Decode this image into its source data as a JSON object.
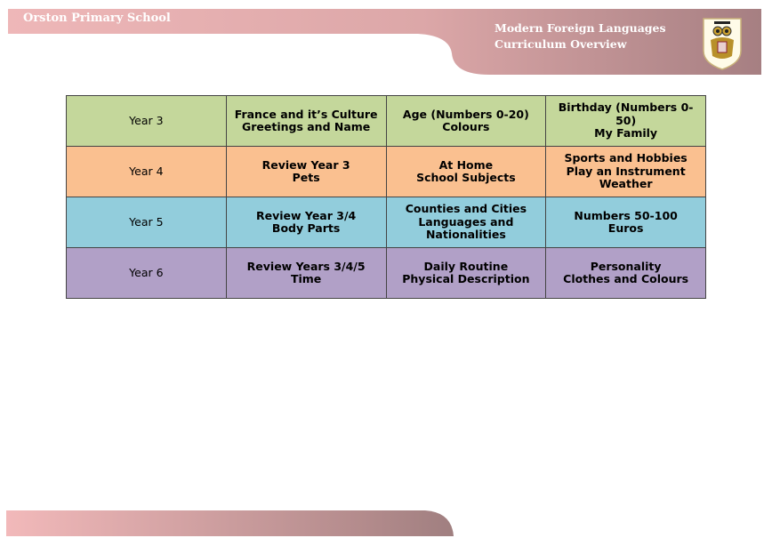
{
  "header": {
    "school_name": "Orston Primary School",
    "title_line1": "Modern Foreign Languages",
    "title_line2": "Curriculum Overview",
    "crest": "owl-school-crest"
  },
  "colors": {
    "year3": "#c4d79b",
    "year4": "#fac090",
    "year5": "#92cddc",
    "year6": "#b1a0c7"
  },
  "rows": [
    {
      "year": "Year 3",
      "cells": [
        [
          "France and it’s Culture",
          "Greetings and Name"
        ],
        [
          "Age (Numbers 0-20)",
          "Colours"
        ],
        [
          "Birthday (Numbers 0-50)",
          "My Family"
        ]
      ]
    },
    {
      "year": "Year 4",
      "cells": [
        [
          "Review Year 3",
          "Pets"
        ],
        [
          "At Home",
          "School Subjects"
        ],
        [
          "Sports and Hobbies",
          "Play an Instrument",
          "Weather"
        ]
      ]
    },
    {
      "year": "Year 5",
      "cells": [
        [
          "Review Year 3/4",
          "Body Parts"
        ],
        [
          "Counties and Cities",
          "Languages and Nationalities"
        ],
        [
          "Numbers 50-100",
          "Euros"
        ]
      ]
    },
    {
      "year": "Year 6",
      "cells": [
        [
          "Review Years 3/4/5",
          "Time"
        ],
        [
          "Daily Routine",
          "Physical Description"
        ],
        [
          "Personality",
          "Clothes and Colours"
        ]
      ]
    }
  ]
}
